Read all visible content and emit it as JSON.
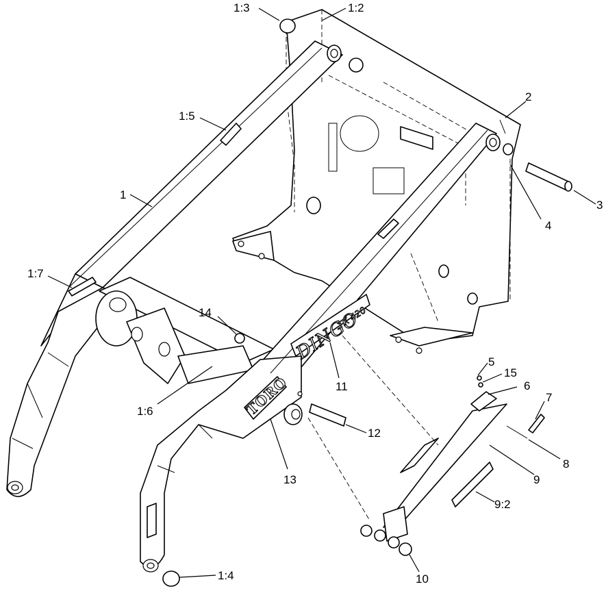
{
  "diagram": {
    "callouts": {
      "c1_3": "1:3",
      "c1_2": "1:2",
      "c2": "2",
      "c1_5": "1:5",
      "c3": "3",
      "c4": "4",
      "c1": "1",
      "c1_7": "1:7",
      "c14": "14",
      "c11": "11",
      "c5": "5",
      "c15": "15",
      "c6": "6",
      "c7": "7",
      "c1_6": "1:6",
      "c12": "12",
      "c8": "8",
      "c13": "13",
      "c9": "9",
      "c9_2": "9:2",
      "c1_4": "1:4",
      "c10": "10"
    },
    "decals": {
      "boom_brand": "TORO",
      "boom_model": "DINGO",
      "boom_model_number": "TX 420"
    }
  }
}
